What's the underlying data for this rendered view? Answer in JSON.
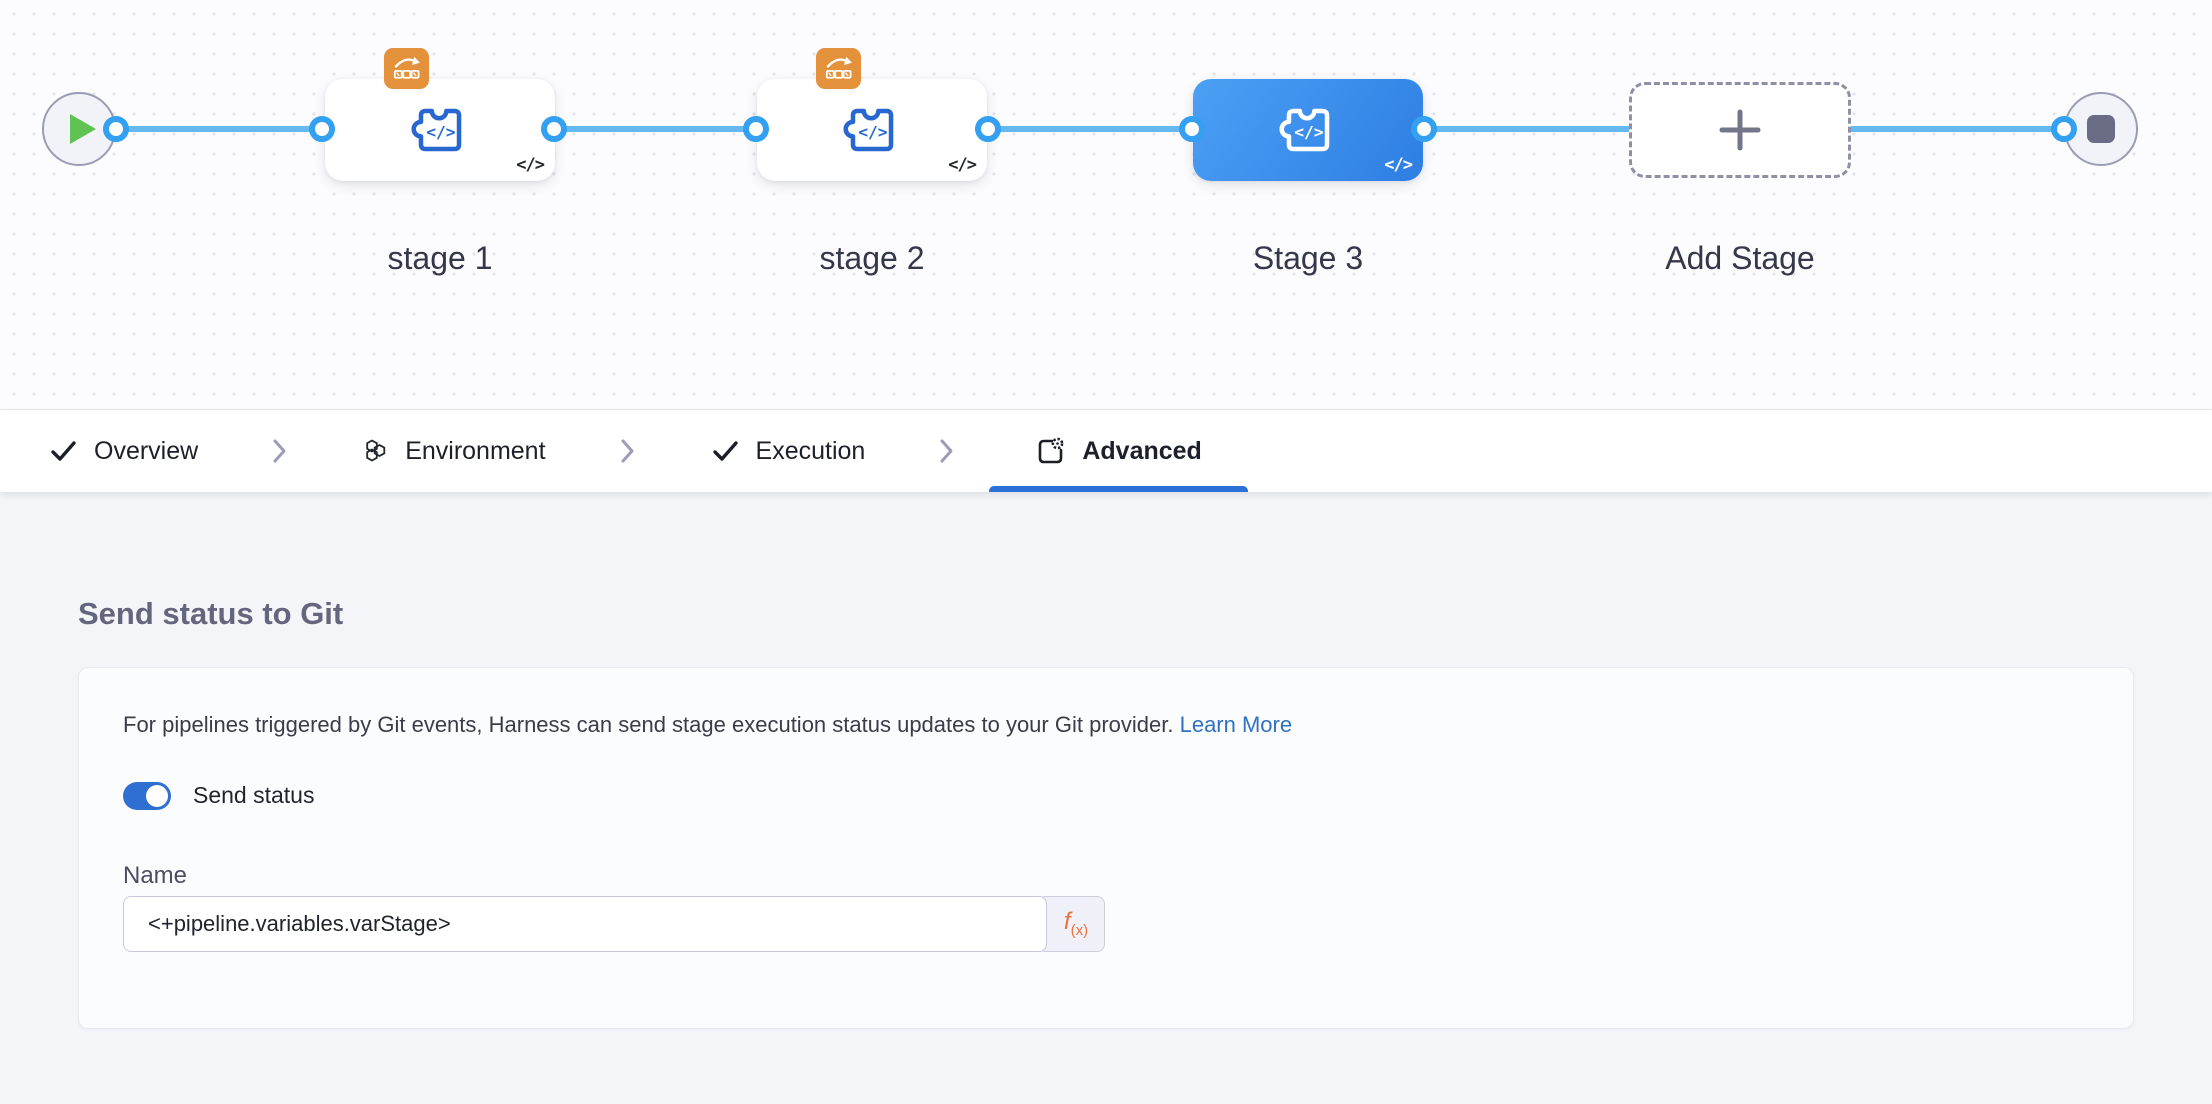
{
  "canvas": {
    "stages": [
      {
        "label": "stage 1",
        "badge": "looping-strategy"
      },
      {
        "label": "stage 2",
        "badge": "looping-strategy"
      },
      {
        "label": "Stage 3",
        "selected": true
      }
    ],
    "add_stage_label": "Add Stage",
    "code_marker": "</>"
  },
  "tabs": {
    "items": [
      {
        "label": "Overview",
        "icon": "check",
        "active": false
      },
      {
        "label": "Environment",
        "icon": "hexagons",
        "active": false
      },
      {
        "label": "Execution",
        "icon": "check",
        "active": false
      },
      {
        "label": "Advanced",
        "icon": "advanced-gear",
        "active": true
      }
    ]
  },
  "panel": {
    "title": "Send status to Git",
    "description": "For pipelines triggered by Git events, Harness can send stage execution status updates to your Git provider.",
    "learn_more_label": "Learn More",
    "toggle_label": "Send status",
    "toggle_on": true,
    "name_label": "Name",
    "name_value": "<+pipeline.variables.varStage>",
    "expression_f": "f",
    "expression_sub": "(x)"
  },
  "colors": {
    "accent_blue": "#2a70d6",
    "connector_blue": "#64b9f1",
    "port_blue": "#33a0f2",
    "selected_stage_gradient": [
      "#4ba0f4",
      "#2e7ee3"
    ],
    "badge_orange": "#e4913b",
    "expression_orange": "#ed7038",
    "play_green": "#60c252",
    "toggle_blue": "#2e6fd1"
  }
}
